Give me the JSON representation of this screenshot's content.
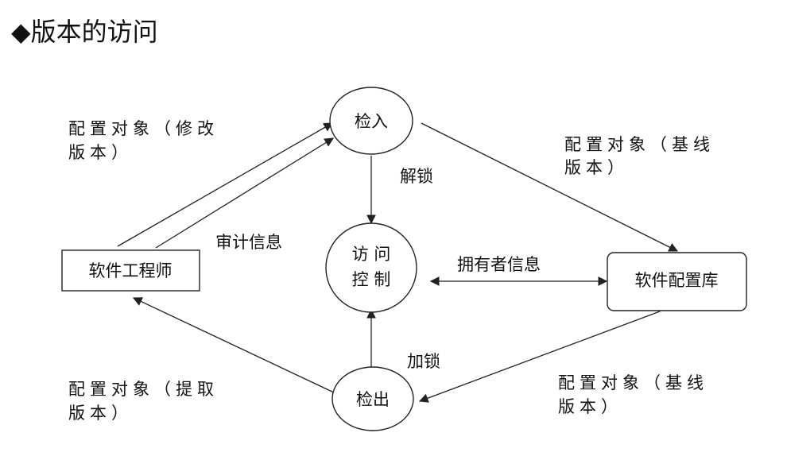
{
  "title": "◆版本的访问",
  "nodes": {
    "checkin": "检入",
    "access_line1": "访 问",
    "access_line2": "控 制",
    "checkout": "检出",
    "engineer": "软件工程师",
    "repository": "软件配置库"
  },
  "edge_labels": {
    "top_left_line1": "配置对象（修改",
    "top_left_line2": "版本）",
    "top_right_line1": "配置对象（基线",
    "top_right_line2": "版本）",
    "bottom_left_line1": "配置对象（提取",
    "bottom_left_line2": "版本）",
    "bottom_right_line1": "配置对象（基线",
    "bottom_right_line2": "版本）",
    "unlock": "解锁",
    "lock": "加锁",
    "audit": "审计信息",
    "owner": "拥有者信息"
  }
}
